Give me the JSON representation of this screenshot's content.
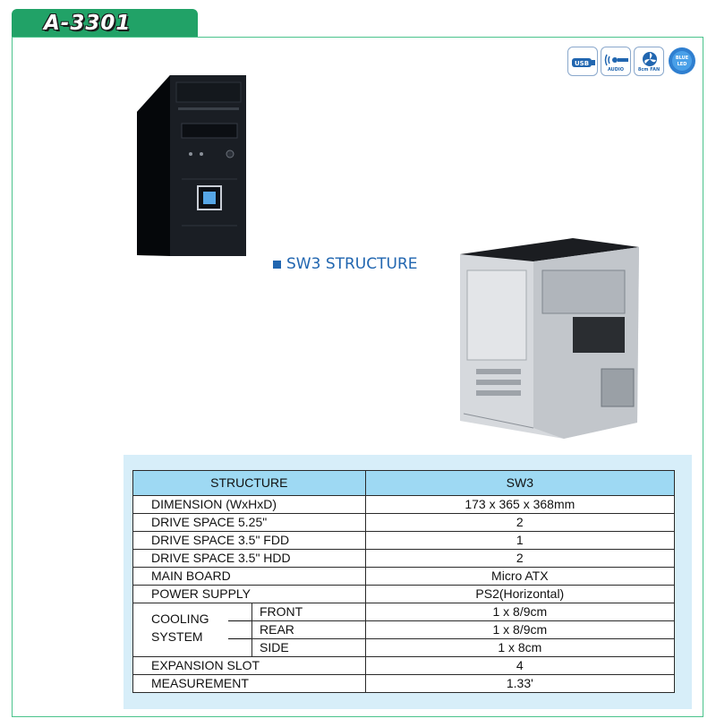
{
  "product": {
    "model": "A-3301"
  },
  "feature_icons": [
    {
      "name": "usb",
      "caption": "USB"
    },
    {
      "name": "audio",
      "caption": "AUDIO"
    },
    {
      "name": "fan",
      "caption": "8cm FAN"
    },
    {
      "name": "blue-led",
      "caption": "BLUE LED"
    }
  ],
  "section": {
    "heading": "SW3 STRUCTURE"
  },
  "specs": {
    "header": {
      "label": "STRUCTURE",
      "value": "SW3"
    },
    "rows": [
      {
        "label": "DIMENSION (WxHxD)",
        "value": "173 x 365 x 368mm"
      },
      {
        "label": "DRIVE SPACE 5.25\"",
        "value": "2"
      },
      {
        "label": "DRIVE SPACE 3.5\" FDD",
        "value": "1"
      },
      {
        "label": "DRIVE SPACE 3.5\" HDD",
        "value": "2"
      },
      {
        "label": "MAIN BOARD",
        "value": "Micro ATX"
      },
      {
        "label": "POWER SUPPLY",
        "value": "PS2(Horizontal)"
      }
    ],
    "cooling": {
      "label_line1": "COOLING",
      "label_line2": "SYSTEM",
      "items": [
        {
          "label": "FRONT",
          "value": "1 x 8/9cm"
        },
        {
          "label": "REAR",
          "value": "1 x 8/9cm"
        },
        {
          "label": "SIDE",
          "value": "1 x 8cm"
        }
      ]
    },
    "rows_after": [
      {
        "label": "EXPANSION SLOT",
        "value": "4"
      },
      {
        "label": "MEASUREMENT",
        "value": "1.33'"
      }
    ]
  }
}
